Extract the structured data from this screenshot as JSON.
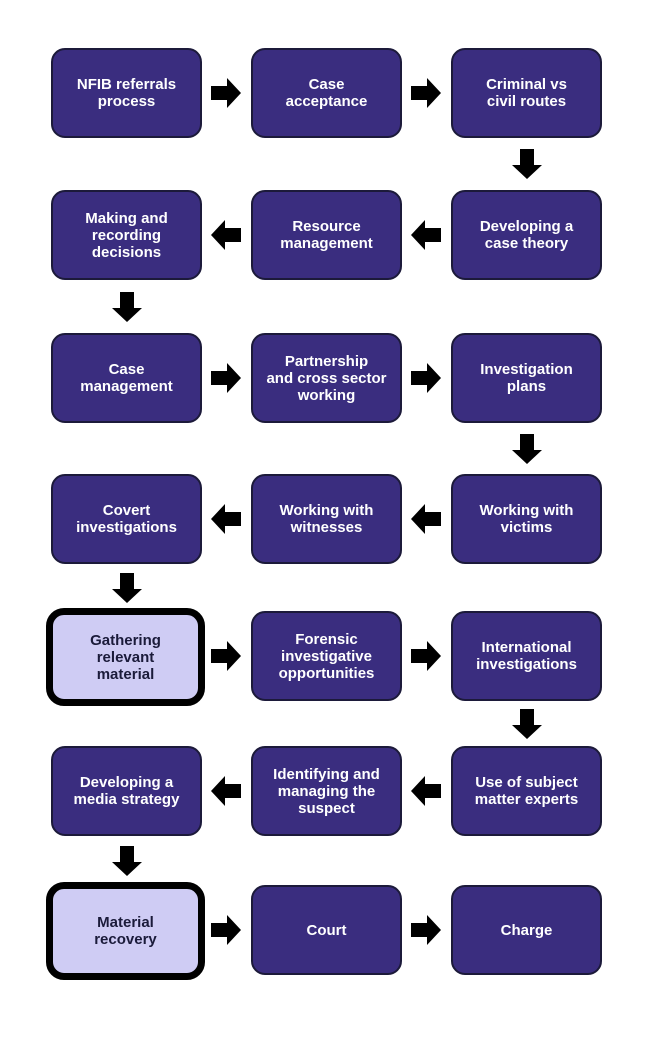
{
  "steps": [
    {
      "label": "NFIB referrals\nprocess",
      "highlight": false
    },
    {
      "label": "Case\nacceptance",
      "highlight": false
    },
    {
      "label": "Criminal vs\ncivil routes",
      "highlight": false
    },
    {
      "label": "Developing a\ncase theory",
      "highlight": false
    },
    {
      "label": "Resource\nmanagement",
      "highlight": false
    },
    {
      "label": "Making and\nrecording\ndecisions",
      "highlight": false
    },
    {
      "label": "Case\nmanagement",
      "highlight": false
    },
    {
      "label": "Partnership\nand cross sector\nworking",
      "highlight": false
    },
    {
      "label": "Investigation\nplans",
      "highlight": false
    },
    {
      "label": "Working with\nvictims",
      "highlight": false
    },
    {
      "label": "Working with\nwitnesses",
      "highlight": false
    },
    {
      "label": "Covert\ninvestigations",
      "highlight": false
    },
    {
      "label": "Gathering\nrelevant\nmaterial",
      "highlight": true
    },
    {
      "label": "Forensic\ninvestigative\nopportunities",
      "highlight": false
    },
    {
      "label": "International\ninvestigations",
      "highlight": false
    },
    {
      "label": "Use of subject\nmatter experts",
      "highlight": false
    },
    {
      "label": "Identifying and\nmanaging the\nsuspect",
      "highlight": false
    },
    {
      "label": "Developing a\nmedia strategy",
      "highlight": false
    },
    {
      "label": "Material\nrecovery",
      "highlight": true
    },
    {
      "label": "Court",
      "highlight": false
    },
    {
      "label": "Charge",
      "highlight": false
    }
  ],
  "colors": {
    "box_fill": "#3a2d7f",
    "highlight_fill": "#cfccf4",
    "arrow": "#000000",
    "background": "#ffffff"
  }
}
